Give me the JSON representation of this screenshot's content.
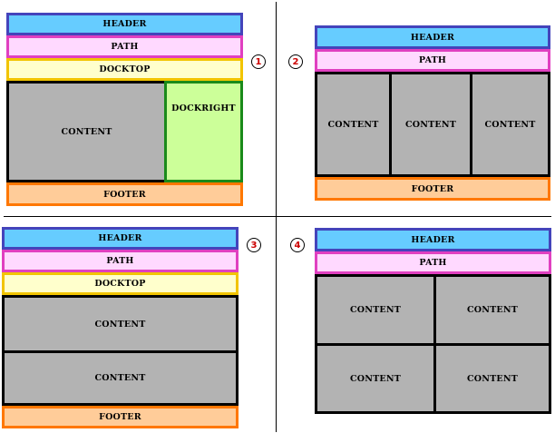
{
  "labels": {
    "header": "HEADER",
    "path": "PATH",
    "docktop": "DOCKTOP",
    "content": "CONTENT",
    "dockright": "DOCKRIGHT",
    "footer": "FOOTER"
  },
  "badges": [
    "1",
    "2",
    "3",
    "4"
  ],
  "colors": {
    "header_fill": "#66ccff",
    "header_border": "#4444bb",
    "path_fill": "#ffd9ff",
    "path_border": "#e040c0",
    "docktop_fill": "#ffffcc",
    "docktop_border": "#f2c400",
    "content_fill": "#b3b3b3",
    "dockright_fill": "#ccff99",
    "dockright_border": "#1a8a1a",
    "footer_fill": "#ffcc99",
    "footer_border": "#ff7700",
    "badge_text": "#cc0000"
  }
}
